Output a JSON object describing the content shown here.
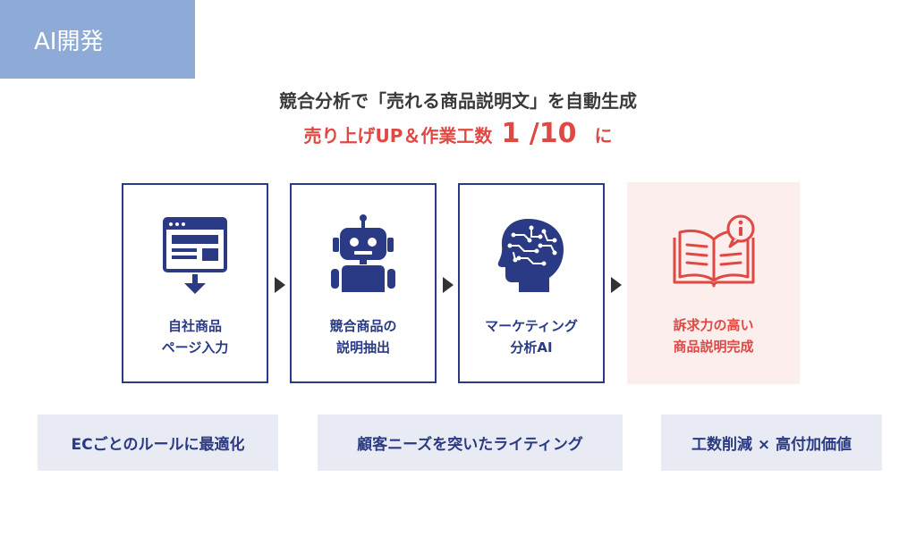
{
  "tag": "AI開発",
  "headline": "競合分析で「売れる商品説明文」を自動生成",
  "subline": {
    "prefix": "売り上げUP＆作業工数",
    "big": "1 /10",
    "suffix": "に"
  },
  "steps": [
    {
      "line1": "自社商品",
      "line2": "ページ入力",
      "icon": "webpage-icon"
    },
    {
      "line1": "競合商品の",
      "line2": "説明抽出",
      "icon": "robot-icon"
    },
    {
      "line1": "マーケティング",
      "line2": "分析AI",
      "icon": "ai-brain-icon"
    },
    {
      "line1": "訴求力の高い",
      "line2": "商品説明完成",
      "icon": "open-book-icon"
    }
  ],
  "benefits": [
    "ECごとのルールに最適化",
    "顧客ニーズを突いたライティング",
    "工数削減 × 高付加価値"
  ],
  "colors": {
    "navy": "#2a3a84",
    "accent_red": "#e04843",
    "tag_blue": "#8eaad6",
    "final_bg": "#fdeeee",
    "benefit_bg": "#e8ebf3"
  }
}
